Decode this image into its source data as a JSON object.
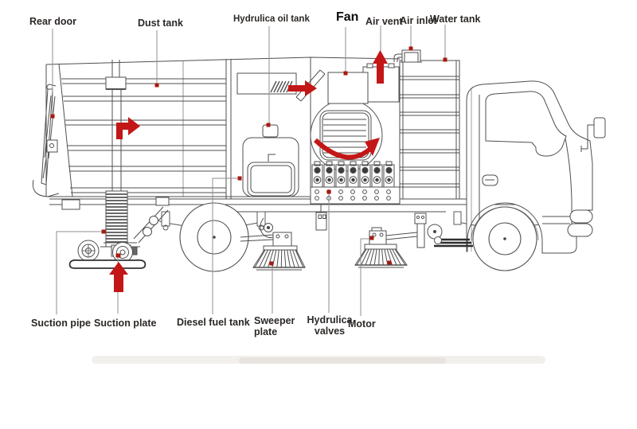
{
  "diagram": {
    "subject": "road sweeper truck annotated parts diagram",
    "colors": {
      "arrow_red": "#c31717",
      "marker_red": "#a81910",
      "drawing_line_gray": "#4f4f4f",
      "callout_line_gray": "#8f8f8f",
      "label_text": "#2b2826",
      "background": "#ffffff"
    },
    "labels": {
      "rear_door": "Rear door",
      "dust_tank": "Dust tank",
      "hydrulica_oil_tank": "Hydrulica oil tank",
      "fan": "Fan",
      "air_vent": "Air vent",
      "air_inlet": "Air inlet",
      "water_tank": "Water tank",
      "suction_pipe": "Suction pipe",
      "suction_plate": "Suction plate",
      "diesel_fuel_tank": "Diesel fuel tank",
      "sweeper_plate": "Sweeper plate",
      "hydrulica_valves": "Hydrulica valves",
      "motor": "Motor"
    }
  }
}
